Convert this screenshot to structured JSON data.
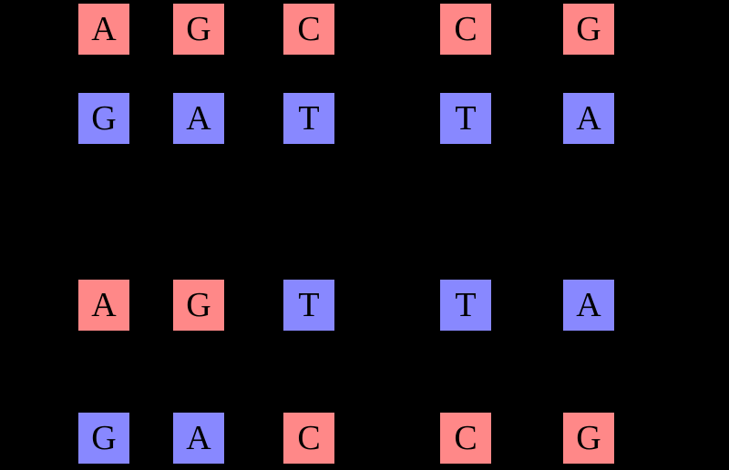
{
  "palette": {
    "background": "#000000",
    "red": "#ff8888",
    "blue": "#8888ff",
    "letter": "#000000"
  },
  "grid": {
    "rows": [
      {
        "name": "sequence-row-1",
        "cells": [
          {
            "letter": "A",
            "color": "red"
          },
          {
            "letter": "G",
            "color": "red"
          },
          {
            "letter": "C",
            "color": "red"
          },
          {
            "letter": "C",
            "color": "red"
          },
          {
            "letter": "G",
            "color": "red"
          }
        ]
      },
      {
        "name": "sequence-row-2",
        "cells": [
          {
            "letter": "G",
            "color": "blue"
          },
          {
            "letter": "A",
            "color": "blue"
          },
          {
            "letter": "T",
            "color": "blue"
          },
          {
            "letter": "T",
            "color": "blue"
          },
          {
            "letter": "A",
            "color": "blue"
          }
        ]
      },
      {
        "name": "sequence-row-3",
        "cells": [
          {
            "letter": "A",
            "color": "red"
          },
          {
            "letter": "G",
            "color": "red"
          },
          {
            "letter": "T",
            "color": "blue"
          },
          {
            "letter": "T",
            "color": "blue"
          },
          {
            "letter": "A",
            "color": "blue"
          }
        ]
      },
      {
        "name": "sequence-row-4",
        "cells": [
          {
            "letter": "G",
            "color": "blue"
          },
          {
            "letter": "A",
            "color": "blue"
          },
          {
            "letter": "C",
            "color": "red"
          },
          {
            "letter": "C",
            "color": "red"
          },
          {
            "letter": "G",
            "color": "red"
          }
        ]
      }
    ]
  }
}
